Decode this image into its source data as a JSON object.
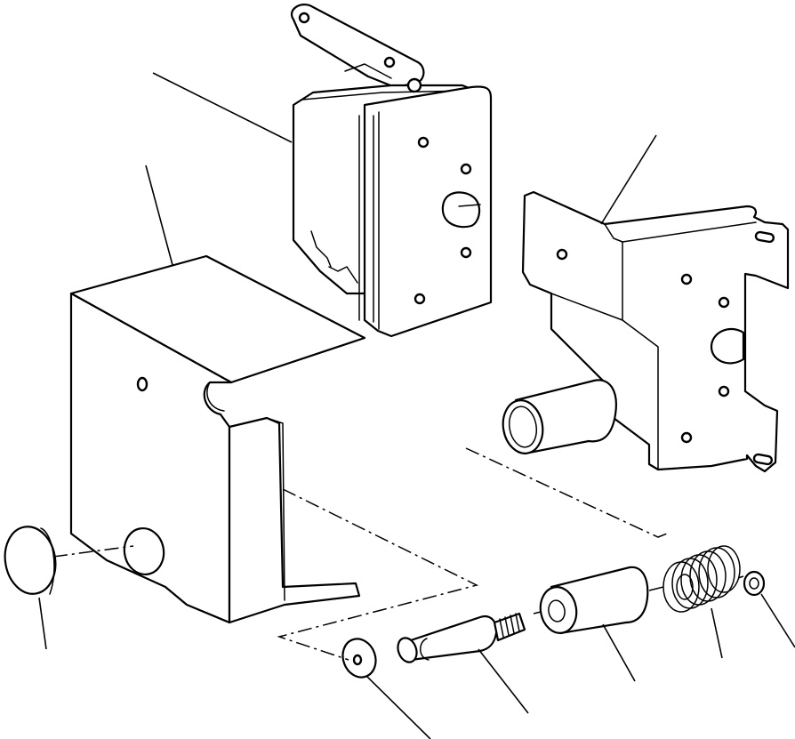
{
  "diagram": {
    "parts": [
      "solenoid",
      "mounting-bracket",
      "cover-housing",
      "rubber-cap",
      "washer",
      "plunger-rod",
      "sleeve",
      "coil-spring",
      "snap-ring"
    ],
    "leader_count": 9
  }
}
